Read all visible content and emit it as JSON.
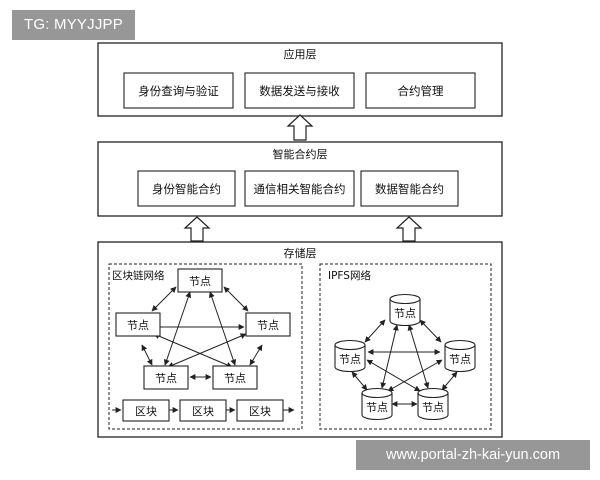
{
  "watermarks": {
    "top_left": "TG: MYYJJPP",
    "bottom_right": "www.portal-zh-kai-yun.com"
  },
  "layers": {
    "application": {
      "title": "应用层",
      "boxes": [
        "身份查询与验证",
        "数据发送与接收",
        "合约管理"
      ]
    },
    "contract": {
      "title": "智能合约层",
      "boxes": [
        "身份智能合约",
        "通信相关智能合约",
        "数据智能合约"
      ]
    },
    "storage": {
      "title": "存储层",
      "blockchain": {
        "title": "区块链网络",
        "nodes": [
          "节点",
          "节点",
          "节点",
          "节点",
          "节点"
        ],
        "blocks": [
          "区块",
          "区块",
          "区块"
        ]
      },
      "ipfs": {
        "title": "IPFS网络",
        "nodes": [
          "节点",
          "节点",
          "节点",
          "节点",
          "节点"
        ]
      }
    }
  },
  "colors": {
    "line": "#222222",
    "box_fill": "#ffffff",
    "watermark_bg": "#8c8c8c"
  }
}
